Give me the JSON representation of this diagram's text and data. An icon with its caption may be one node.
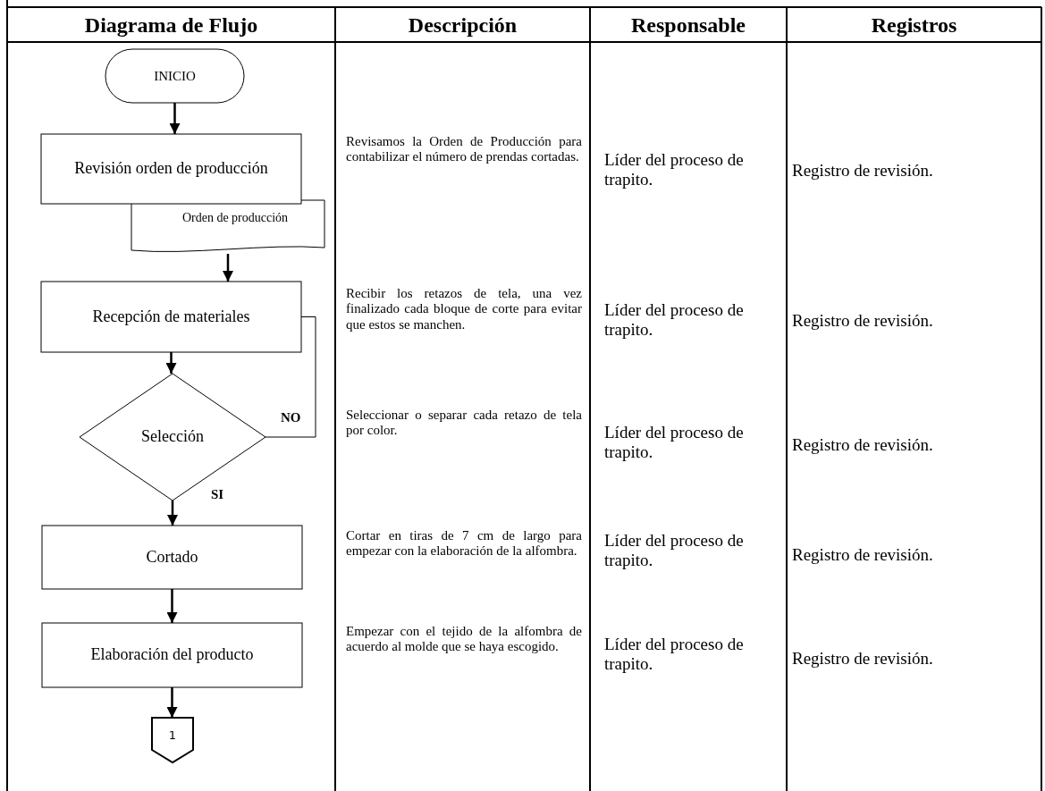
{
  "diagram": {
    "nodes": [
      {
        "text": [
          "INICIO"
        ]
      },
      {
        "text": [
          "Revisión orden de producción"
        ]
      },
      {
        "text": [
          "Orden de producción"
        ]
      },
      {
        "text": [
          "Recepción de materiales"
        ]
      },
      {
        "text": [
          "Selección"
        ]
      },
      {
        "text": [
          "Cortado"
        ]
      },
      {
        "text": [
          "Elaboración del producto"
        ]
      },
      {
        "text": [
          "1"
        ]
      }
    ],
    "edges": [
      {
        "from": 0,
        "to": 1,
        "arrow": "to"
      },
      {
        "from": 2,
        "to": 3,
        "arrow": "to"
      },
      {
        "from": 3,
        "to": 4,
        "arrow": "to"
      },
      {
        "from": 4,
        "to": 3,
        "arrow": "none",
        "label": "NO"
      },
      {
        "from": 4,
        "to": 5,
        "arrow": "to",
        "label": "SI"
      },
      {
        "from": 5,
        "to": 6,
        "arrow": "to"
      },
      {
        "from": 6,
        "to": 7,
        "arrow": "to"
      }
    ],
    "labels": [
      "Diagrama de Flujo",
      "Descripción",
      "Responsable",
      "Registros",
      "Revisamos la Orden de Producción para contabilizar el número de prendas cortadas.",
      "Líder del proceso de trapito.",
      "Registro de revisión.",
      "Recibir los retazos de tela, una vez finalizado cada bloque de corte para evitar que estos se manchen.",
      "Líder del proceso de trapito.",
      "Registro de revisión.",
      "Seleccionar o separar cada retazo de tela por color.",
      "Líder del proceso de trapito.",
      "Registro de revisión.",
      "Cortar en tiras de 7 cm de largo para empezar con la elaboración de la alfombra.",
      "Líder del proceso de trapito.",
      "Registro de revisión.",
      "Empezar con el tejido de la alfombra de acuerdo al molde que se haya escogido.",
      "Líder del proceso de trapito.",
      "Registro de revisión."
    ]
  }
}
